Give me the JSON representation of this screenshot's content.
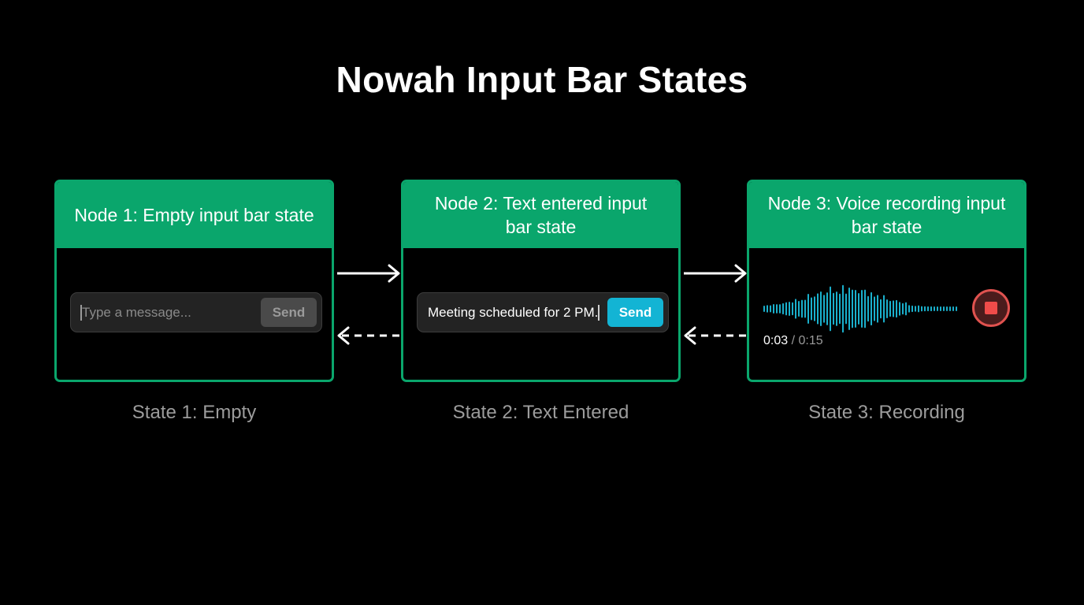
{
  "title": "Nowah Input Bar States",
  "nodes": [
    {
      "header": "Node 1: Empty input bar state",
      "placeholder": "Type a message...",
      "send_label": "Send",
      "state_label": "State 1: Empty"
    },
    {
      "header_line1": "Node 2: Text entered input",
      "header_line2": "bar state",
      "typed_text": "Meeting scheduled for 2 PM.",
      "send_label": "Send",
      "state_label": "State 2: Text Entered"
    },
    {
      "header_line1": "Node 3: Voice recording input",
      "header_line2": "bar state",
      "time_current": "0:03",
      "time_total": "/ 0:15",
      "state_label": "State 3: Recording"
    }
  ],
  "colors": {
    "node_green": "#0aa66c",
    "send_active": "#13b4d4",
    "waveform": "#1ab0cc",
    "stop_red": "#ef4c4a"
  },
  "icons": {
    "stop": "stop-icon",
    "forward_arrow": "arrow-right-icon",
    "back_arrow": "arrow-left-dashed-icon"
  }
}
